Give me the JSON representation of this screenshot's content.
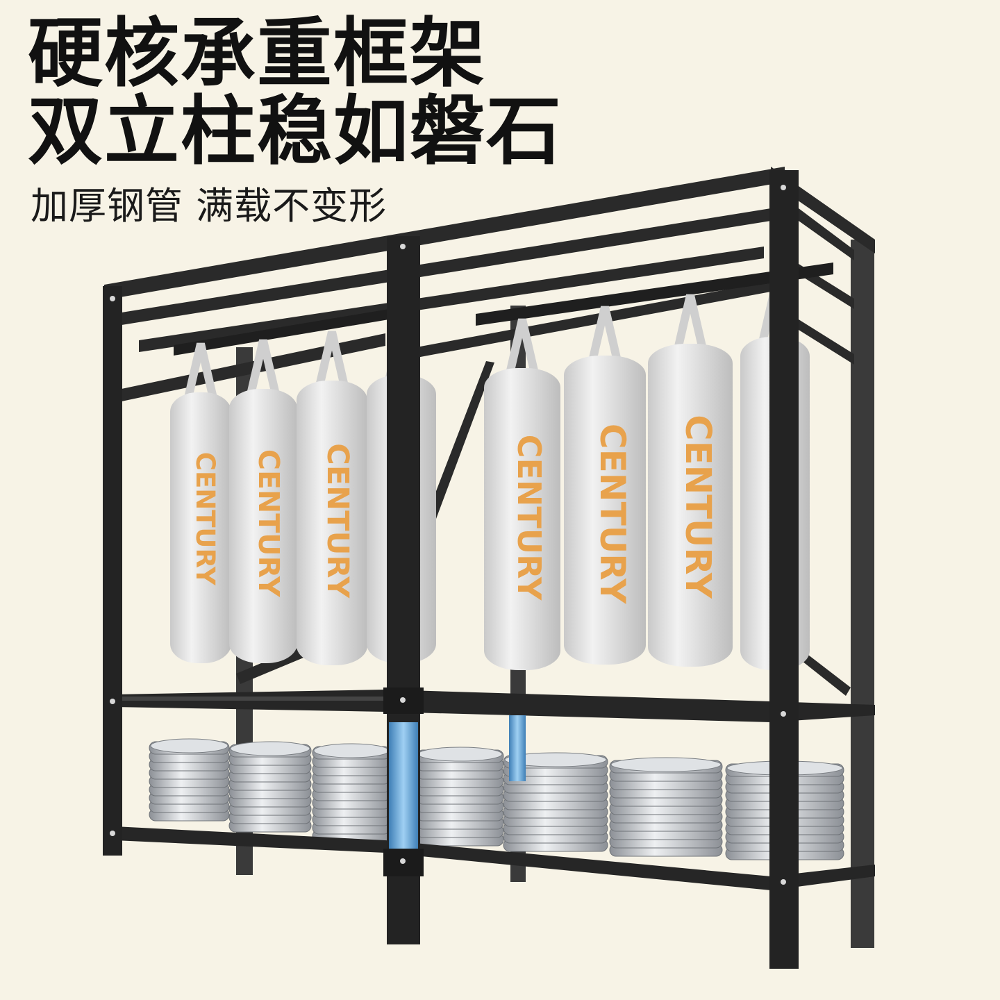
{
  "headline": {
    "line1": "硬核承重框架",
    "line2": "双立柱稳如磐石"
  },
  "subline": "加厚钢管 满载不变形",
  "bag_print": "CENTURY",
  "colors": {
    "background": "#f7f3e6",
    "frame": "#2a2a2a",
    "bag": "#e8e8e8",
    "bag_print": "#e8a24c",
    "plate": "#c9ccd0",
    "joint": "#6aa8d8"
  }
}
